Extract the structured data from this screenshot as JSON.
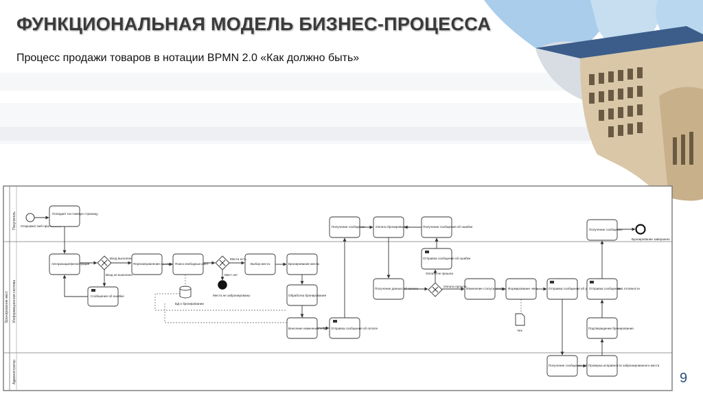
{
  "slide": {
    "title": "ФУНКЦИОНАЛЬНАЯ МОДЕЛЬ БИЗНЕС-ПРОЦЕССА",
    "subtitle": "Процесс продажи товаров в нотации BPMN 2.0 «Как должно быть»",
    "page_number": "9",
    "accent_color": "#5b8fbf"
  },
  "diagram": {
    "lanes": {
      "buyer": "Покупатель",
      "pool": "Бронирование мест",
      "system": "Информационная система",
      "admin": "Администратор"
    },
    "start_event": "Открывает веб-приложение",
    "end_event": "Бронирование завершено",
    "no_seats_event": "Места не забронированы",
    "tasks": {
      "go_main": "Попадает на главную страницу",
      "auth": "Авторизация/регистрация",
      "error_msg": "Сообщение об ошибке",
      "redirect": "Перенаправление на главную страницу",
      "search": "Поиск свободных мест",
      "choose": "Выбор места",
      "book_seat": "Бронирование места",
      "process": "Обработка бронирования",
      "apply_db": "Внесение изменений в БД",
      "send_pay": "Отправка сообщения об оплате",
      "get_msg": "Получение сообщения",
      "pay": "Оплата бронирования",
      "get_pay_data": "Получение данных об оплате",
      "get_error": "Получение сообщения об ошибке",
      "send_error": "Отправка сообщения об ошибке",
      "change_status": "Изменение статуса оплаты в БД",
      "form_receipt": "Формирование чека",
      "send_success": "Отправка сообщения об успешном бронировании",
      "send_ready": "Отправка сообщения о готовности",
      "confirm": "Подтверждение бронирования",
      "get_final": "Получение сообщения",
      "get_booking_msg": "Получение сообщения о бронировании",
      "check_seats": "Проверка исправности забронированного места"
    },
    "gateway_labels": {
      "login_ok": "Вход выполнен",
      "login_fail": "Вход не выполнен",
      "seats_yes": "Места есть",
      "seats_no": "Мест нет",
      "pay_ok": "Оплата прошла",
      "pay_fail": "Оплата не прошла"
    },
    "data_store": "БД о бронировании",
    "data_object": "Чек"
  }
}
